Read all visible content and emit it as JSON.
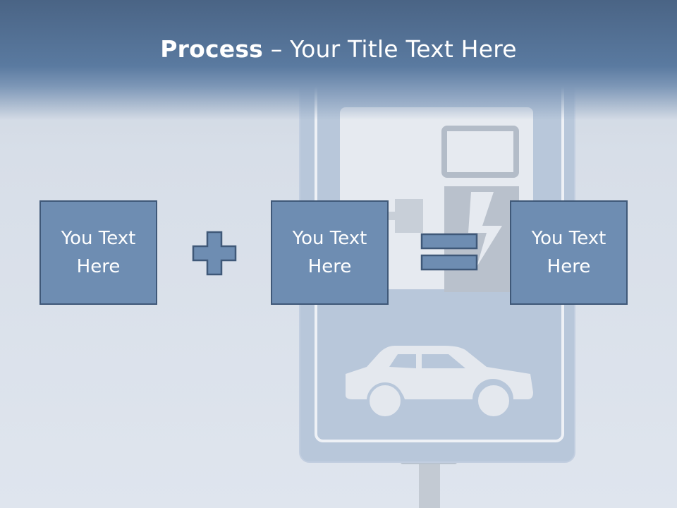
{
  "slide": {
    "title_bold": "Process",
    "title_rest": " – Your Title Text Here",
    "boxes": [
      "You Text Here",
      "You Text Here",
      "You Text Here"
    ],
    "operators": [
      "plus",
      "equals"
    ],
    "colors": {
      "box_fill": "#6e8db2",
      "box_border": "#3f5878",
      "header": "#4a6485"
    }
  }
}
